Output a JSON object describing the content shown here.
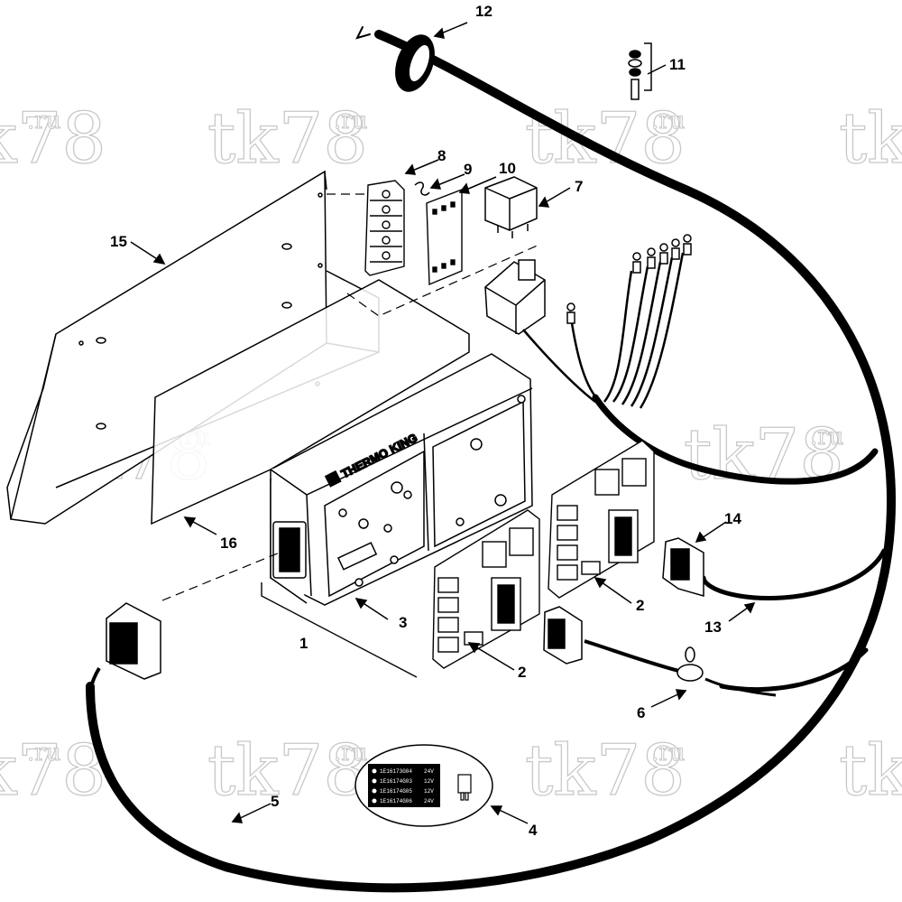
{
  "watermark": {
    "text": "tk78",
    "suffix": ".ru"
  },
  "callouts": [
    {
      "id": "c1",
      "label": "1"
    },
    {
      "id": "c2a",
      "label": "2"
    },
    {
      "id": "c2b",
      "label": "2"
    },
    {
      "id": "c3",
      "label": "3"
    },
    {
      "id": "c4",
      "label": "4"
    },
    {
      "id": "c5",
      "label": "5"
    },
    {
      "id": "c6",
      "label": "6"
    },
    {
      "id": "c7",
      "label": "7"
    },
    {
      "id": "c8",
      "label": "8"
    },
    {
      "id": "c9",
      "label": "9"
    },
    {
      "id": "c10",
      "label": "10"
    },
    {
      "id": "c11",
      "label": "11"
    },
    {
      "id": "c12",
      "label": "12"
    },
    {
      "id": "c13",
      "label": "13"
    },
    {
      "id": "c14",
      "label": "14"
    },
    {
      "id": "c15",
      "label": "15"
    },
    {
      "id": "c16",
      "label": "16"
    }
  ],
  "controller_brand": "THERMO KING",
  "fuse_label": {
    "rows": [
      {
        "part": "1E16173G04",
        "volt": "24V"
      },
      {
        "part": "1E16174G03",
        "volt": "12V"
      },
      {
        "part": "1E16174G05",
        "volt": "12V"
      },
      {
        "part": "1E16174G06",
        "volt": "24V"
      }
    ]
  }
}
